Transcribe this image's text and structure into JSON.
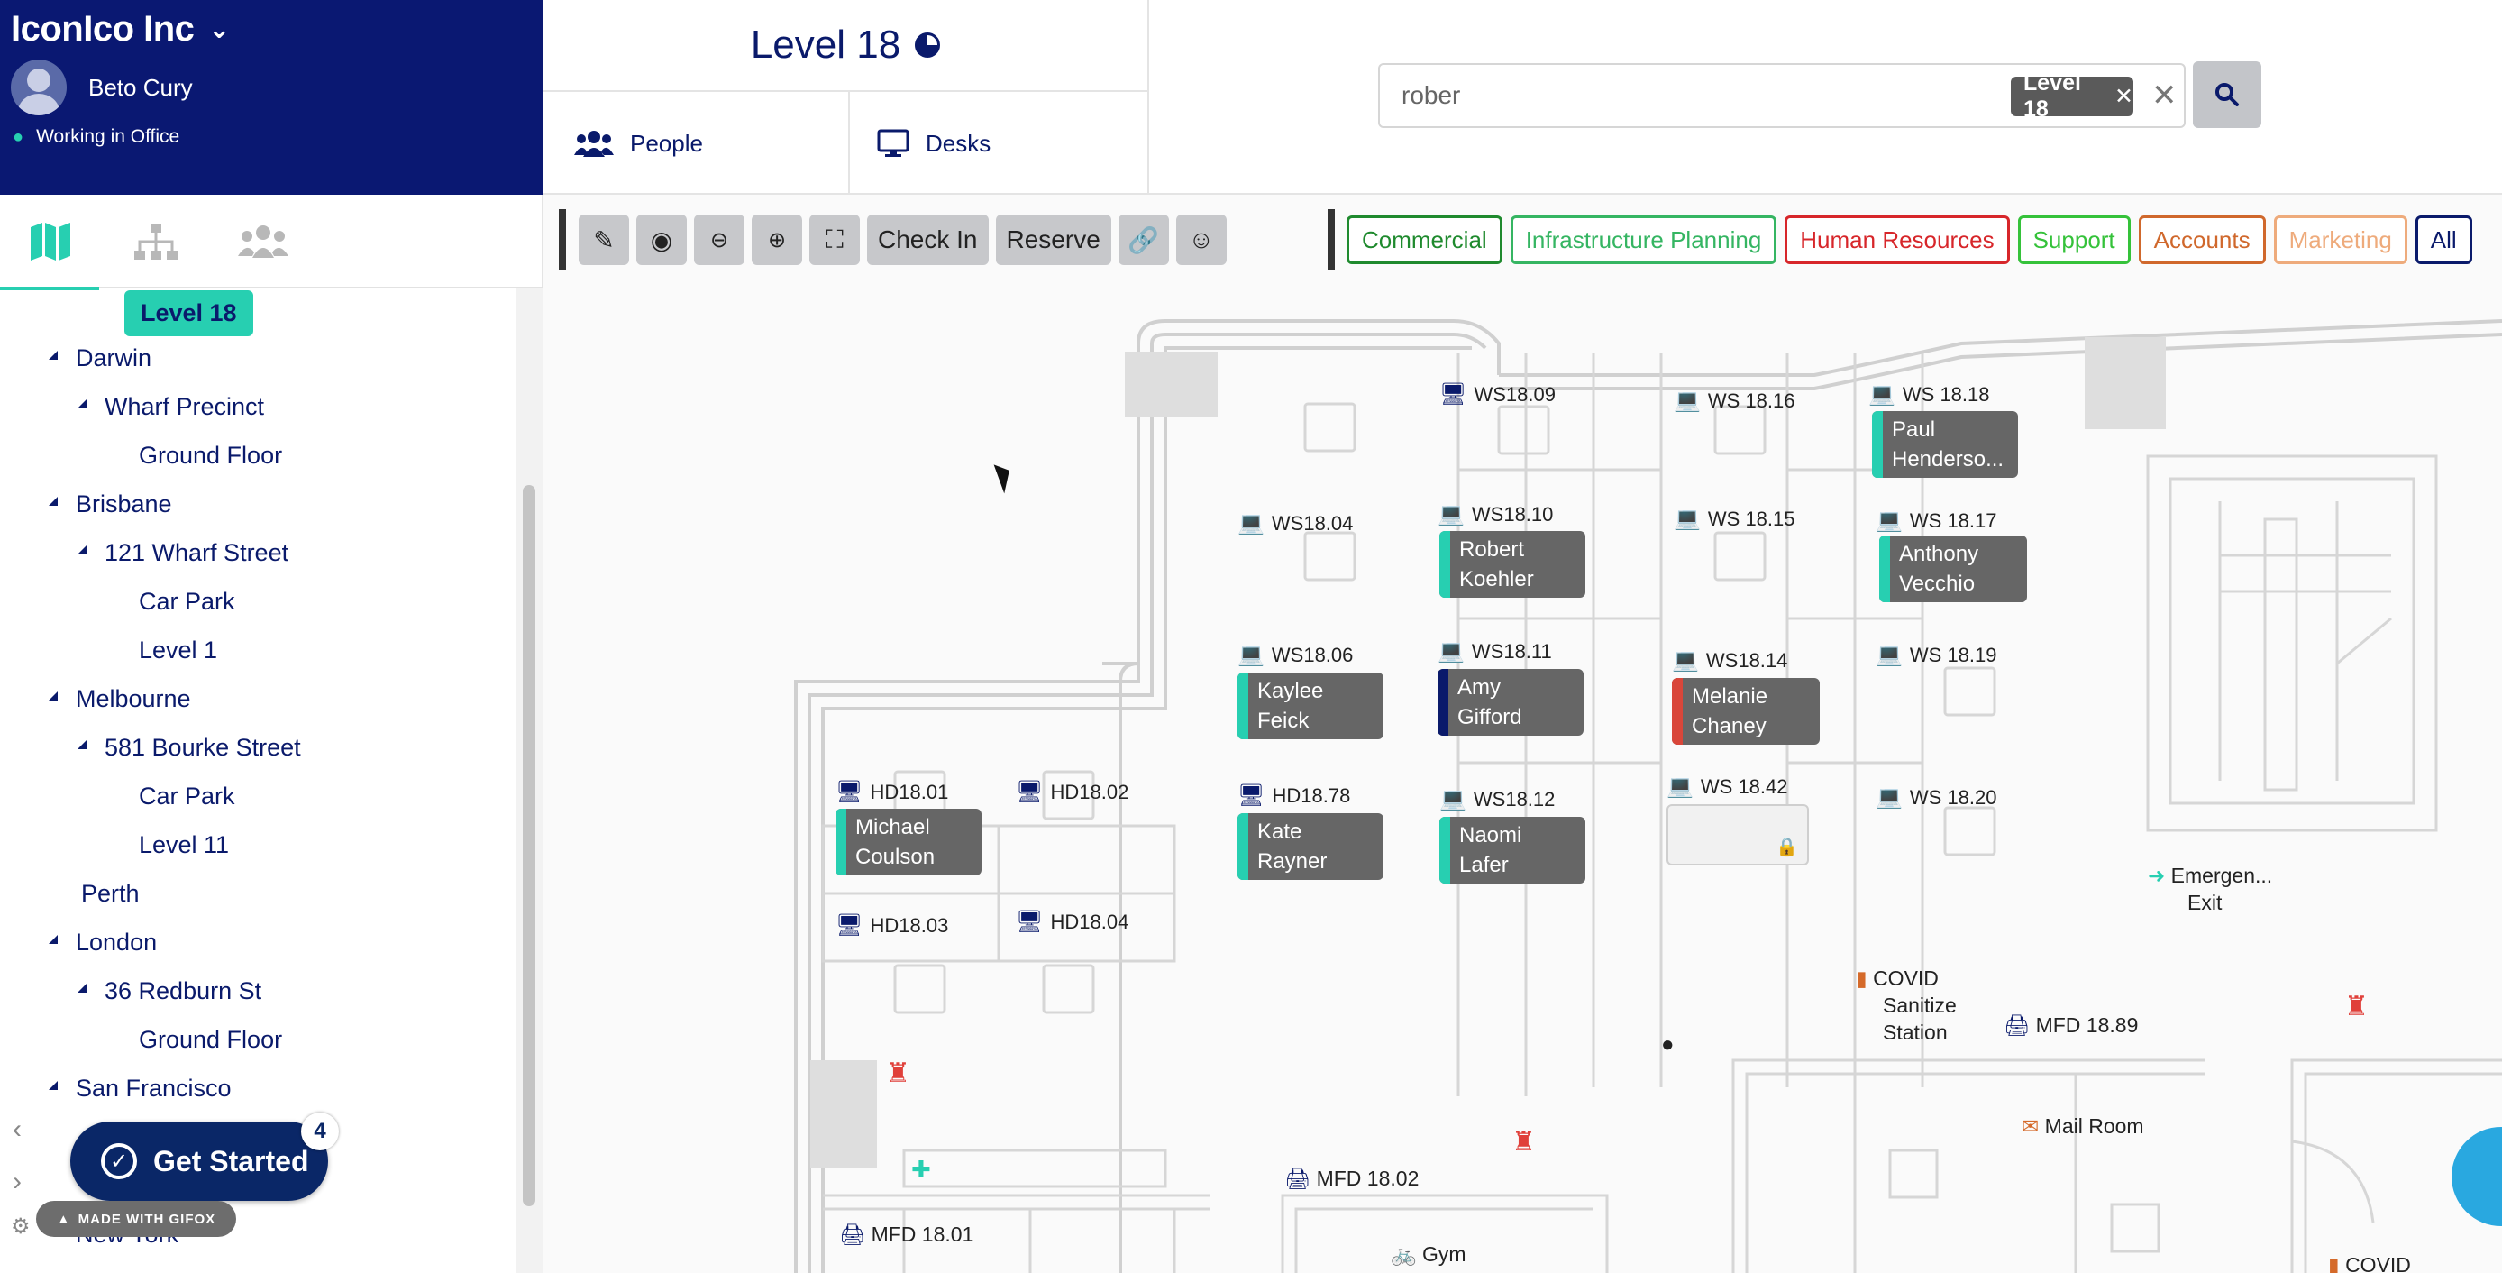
{
  "sidebar": {
    "company": "IconIco Inc",
    "user_name": "Beto Cury",
    "status": "Working in Office",
    "tree": {
      "selected": "Level 18",
      "items": [
        "Darwin",
        "Wharf Precinct",
        "Ground Floor",
        "Brisbane",
        "121 Wharf Street",
        "Car Park",
        "Level 1",
        "Melbourne",
        "581 Bourke Street",
        "Car Park",
        "Level 11",
        "Perth",
        "London",
        "36 Redburn St",
        "Ground Floor",
        "San Francisco",
        "New York"
      ]
    },
    "get_started": "Get Started",
    "get_started_badge": "4",
    "gifox": "MADE WITH GIFOX"
  },
  "header": {
    "level_title": "Level 18",
    "people_tab": "People",
    "desks_tab": "Desks",
    "search_value": "rober",
    "search_chip": "Level 18"
  },
  "toolbar": {
    "check_in": "Check In",
    "reserve": "Reserve"
  },
  "filters": [
    {
      "label": "Commercial",
      "color": "#1f8a2e"
    },
    {
      "label": "Infrastructure Planning",
      "color": "#35b562"
    },
    {
      "label": "Human Resources",
      "color": "#d7262a"
    },
    {
      "label": "Support",
      "color": "#35c23a"
    },
    {
      "label": "Accounts",
      "color": "#d0682c"
    },
    {
      "label": "Marketing",
      "color": "#eeab7c"
    },
    {
      "label": "All",
      "color": "#0a1a6b"
    }
  ],
  "desks": {
    "ws1809": "WS18.09",
    "ws1816": "WS 18.16",
    "ws1818": "WS 18.18",
    "ws1810": "WS18.10",
    "ws1804": "WS18.04",
    "ws1815": "WS 18.15",
    "ws1817": "WS 18.17",
    "ws1806": "WS18.06",
    "ws1811": "WS18.11",
    "ws1814": "WS18.14",
    "ws1819": "WS 18.19",
    "hd1801": "HD18.01",
    "hd1802": "HD18.02",
    "hd1878": "HD18.78",
    "ws1812": "WS18.12",
    "ws1842": "WS 18.42",
    "ws1820": "WS 18.20",
    "hd1803": "HD18.03",
    "hd1804": "HD18.04"
  },
  "occupants": {
    "paul": [
      "Paul",
      "Henderso..."
    ],
    "robert": [
      "Robert",
      "Koehler"
    ],
    "anthony": [
      "Anthony",
      "Vecchio"
    ],
    "kaylee": [
      "Kaylee",
      "Feick"
    ],
    "amy": [
      "Amy",
      "Gifford"
    ],
    "melanie": [
      "Melanie",
      "Chaney"
    ],
    "michael": [
      "Michael",
      "Coulson"
    ],
    "kate": [
      "Kate",
      "Rayner"
    ],
    "naomi": [
      "Naomi",
      "Lafer"
    ]
  },
  "accent_colors": {
    "teal": "#27cfb1",
    "navy": "#0a1a6b",
    "red": "#d9463a"
  },
  "poi": {
    "emergency": [
      "Emergen...",
      "Exit"
    ],
    "covid": [
      "COVID",
      "Sanitize",
      "Station"
    ],
    "mfd1889": "MFD 18.89",
    "mailroom": "Mail Room",
    "mfd1802": "MFD 18.02",
    "mfd1801": "MFD 18.01",
    "gym": "Gym",
    "covid2": "COVID"
  }
}
